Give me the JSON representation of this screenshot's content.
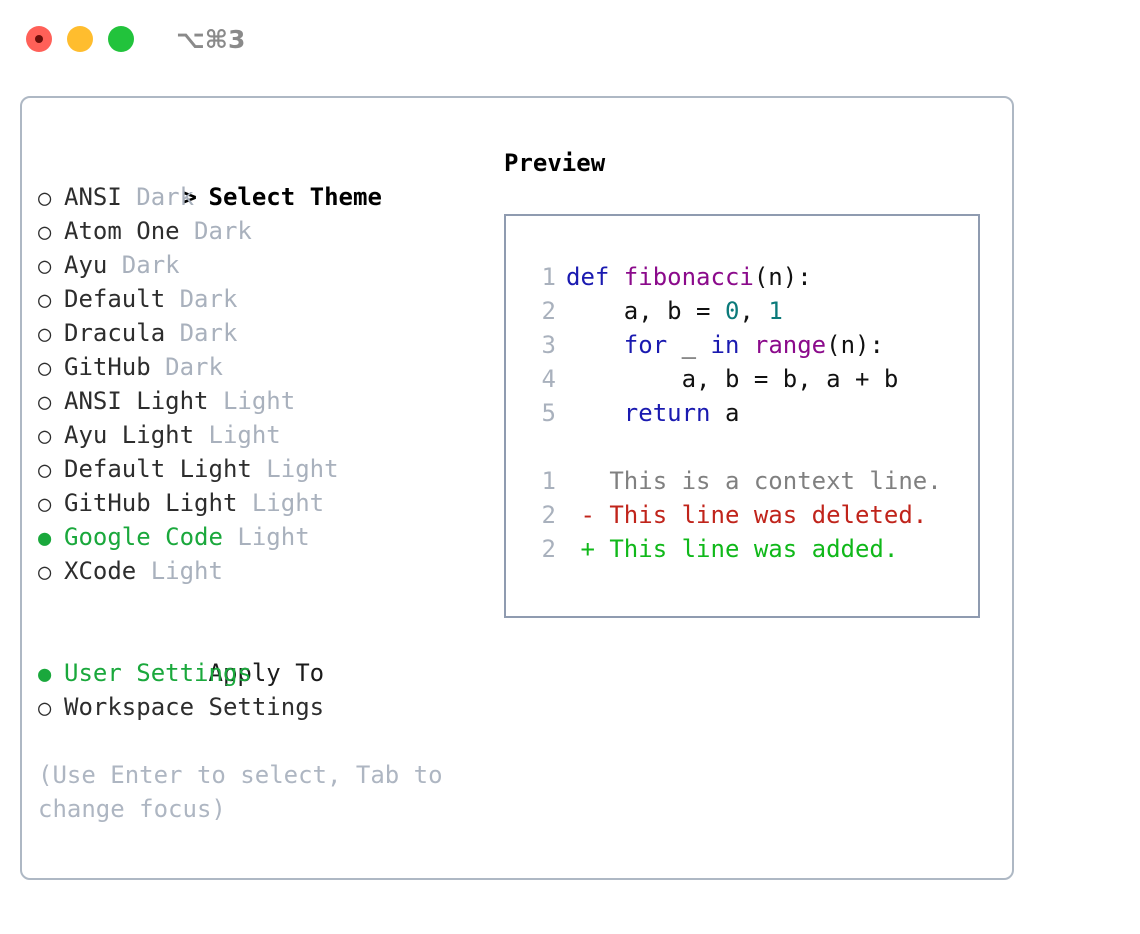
{
  "titlebar": {
    "shortcut": "⌥⌘3",
    "buttons": [
      {
        "name": "close",
        "color": "#ff6058"
      },
      {
        "name": "minimize",
        "color": "#ffbd2e"
      },
      {
        "name": "maximize",
        "color": "#22c33c"
      }
    ]
  },
  "colors": {
    "selected_green": "#1aa83c",
    "muted_gray": "#a9b1bd",
    "hint_gray": "#aeb6c2",
    "panel_border": "#aeb8c4",
    "preview_border": "#8f9bb0",
    "keyword_blue": "#1a1ab0",
    "function_purple": "#8b0a8b",
    "number_teal": "#0b7a7a",
    "diff_context": "#808080",
    "diff_deleted": "#c0241b",
    "diff_added": "#10b81a"
  },
  "theme_picker": {
    "caret": ">",
    "heading": "Select Theme",
    "bullet_empty": "○",
    "bullet_filled": "●",
    "items": [
      {
        "label": "ANSI",
        "kind": "Dark",
        "selected": false
      },
      {
        "label": "Atom One",
        "kind": "Dark",
        "selected": false
      },
      {
        "label": "Ayu",
        "kind": "Dark",
        "selected": false
      },
      {
        "label": "Default",
        "kind": "Dark",
        "selected": false
      },
      {
        "label": "Dracula",
        "kind": "Dark",
        "selected": false
      },
      {
        "label": "GitHub",
        "kind": "Dark",
        "selected": false
      },
      {
        "label": "ANSI Light",
        "kind": "Light",
        "selected": false
      },
      {
        "label": "Ayu Light",
        "kind": "Light",
        "selected": false
      },
      {
        "label": "Default Light",
        "kind": "Light",
        "selected": false
      },
      {
        "label": "GitHub Light",
        "kind": "Light",
        "selected": false
      },
      {
        "label": "Google Code",
        "kind": "Light",
        "selected": true
      },
      {
        "label": "XCode",
        "kind": "Light",
        "selected": false
      }
    ]
  },
  "apply_to": {
    "heading": "Apply To",
    "items": [
      {
        "label": "User Settings",
        "selected": true
      },
      {
        "label": "Workspace Settings",
        "selected": false
      }
    ]
  },
  "hint": "(Use Enter to select, Tab to change focus)",
  "preview": {
    "title": "Preview",
    "code_lines": [
      {
        "number": "1",
        "tokens": [
          {
            "text": "def ",
            "type": "kw"
          },
          {
            "text": "fibonacci",
            "type": "fn"
          },
          {
            "text": "(n):",
            "type": "txt"
          }
        ]
      },
      {
        "number": "2",
        "tokens": [
          {
            "text": "    a, b = ",
            "type": "txt"
          },
          {
            "text": "0",
            "type": "num"
          },
          {
            "text": ", ",
            "type": "txt"
          },
          {
            "text": "1",
            "type": "num"
          }
        ]
      },
      {
        "number": "3",
        "tokens": [
          {
            "text": "    ",
            "type": "txt"
          },
          {
            "text": "for",
            "type": "kw"
          },
          {
            "text": " _ ",
            "type": "txt"
          },
          {
            "text": "in",
            "type": "kw"
          },
          {
            "text": " ",
            "type": "txt"
          },
          {
            "text": "range",
            "type": "fn"
          },
          {
            "text": "(n):",
            "type": "txt"
          }
        ]
      },
      {
        "number": "4",
        "tokens": [
          {
            "text": "        a, b = b, a + b",
            "type": "txt"
          }
        ]
      },
      {
        "number": "5",
        "tokens": [
          {
            "text": "    ",
            "type": "txt"
          },
          {
            "text": "return",
            "type": "kw"
          },
          {
            "text": " a",
            "type": "txt"
          }
        ]
      }
    ],
    "diff_lines": [
      {
        "number": "1",
        "marker": " ",
        "text": " This is a context line.",
        "kind": "context"
      },
      {
        "number": "2",
        "marker": "-",
        "text": " This line was deleted.",
        "kind": "deleted"
      },
      {
        "number": "2",
        "marker": "+",
        "text": " This line was added.",
        "kind": "added"
      }
    ]
  }
}
